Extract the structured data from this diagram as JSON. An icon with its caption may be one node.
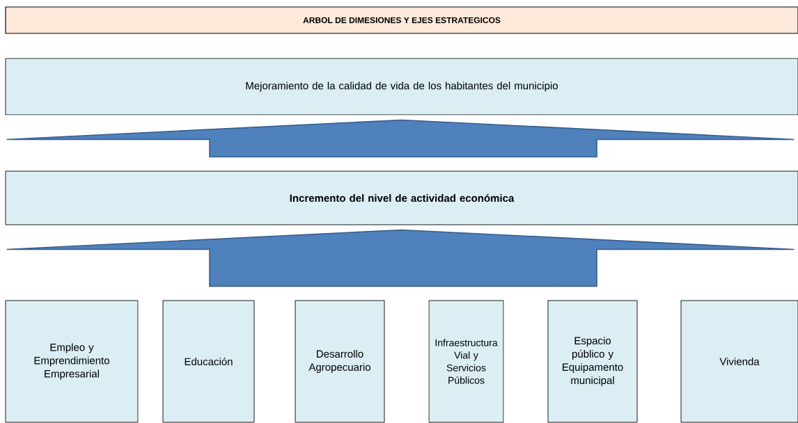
{
  "diagram": {
    "title": "ARBOL DE DIMESIONES Y EJES ESTRATEGICOS",
    "nodes": [
      {
        "text": [
          "Mejoramiento de la calidad  de vida de los habitantes del municipio"
        ]
      },
      {
        "text": [
          "Incremento del nivel de actividad económica"
        ]
      },
      {
        "text": [
          "Empleo y Emprendimiento Empresarial"
        ]
      },
      {
        "text": [
          "Educación"
        ]
      },
      {
        "text": [
          "Desarrollo Agropecuario"
        ]
      },
      {
        "text": [
          "Infraestructura Vial y Servicios Públicos"
        ]
      },
      {
        "text": [
          "Espacio público y Equipamento municipal"
        ]
      },
      {
        "text": [
          "Vivienda"
        ]
      }
    ],
    "edges": [
      {
        "from": 1,
        "to": 0,
        "arrow": "to"
      },
      {
        "from": 2,
        "to": 1,
        "arrow": "to"
      },
      {
        "from": 3,
        "to": 1,
        "arrow": "to"
      },
      {
        "from": 4,
        "to": 1,
        "arrow": "to"
      },
      {
        "from": 5,
        "to": 1,
        "arrow": "to"
      },
      {
        "from": 6,
        "to": 1,
        "arrow": "to"
      },
      {
        "from": 7,
        "to": 1,
        "arrow": "to"
      }
    ]
  }
}
